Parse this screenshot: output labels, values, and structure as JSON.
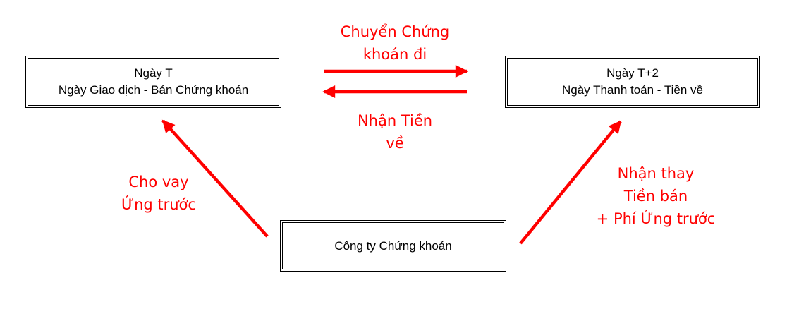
{
  "diagram": {
    "nodes": {
      "trade_day": {
        "line1": "Ngày T",
        "line2": "Ngày Giao dịch - Bán Chứng khoán"
      },
      "settlement_day": {
        "line1": "Ngày T+2",
        "line2": "Ngày Thanh toán - Tiền về"
      },
      "securities_company": {
        "line1": "Công ty Chứng khoán"
      }
    },
    "edges": {
      "transfer_securities": {
        "line1": "Chuyển Chứng",
        "line2": "khoán đi",
        "from": "Ngày T",
        "to": "Ngày T+2"
      },
      "receive_money": {
        "line1": "Nhận Tiền",
        "line2": "về",
        "from": "Ngày T+2",
        "to": "Ngày T"
      },
      "advance_loan": {
        "line1": "Cho vay",
        "line2": "Ứng trước",
        "from": "Công ty Chứng khoán",
        "to": "Ngày T"
      },
      "collect_proceeds": {
        "line1": "Nhận thay",
        "line2": "Tiền bán",
        "line3": "+ Phí Ứng trước",
        "from": "Công ty Chứng khoán",
        "to": "Ngày T+2"
      }
    },
    "colors": {
      "arrow": "#ff0000",
      "edge_label": "#ff0000",
      "node_text": "#000000",
      "node_border": "#000000",
      "background": "#ffffff"
    }
  }
}
